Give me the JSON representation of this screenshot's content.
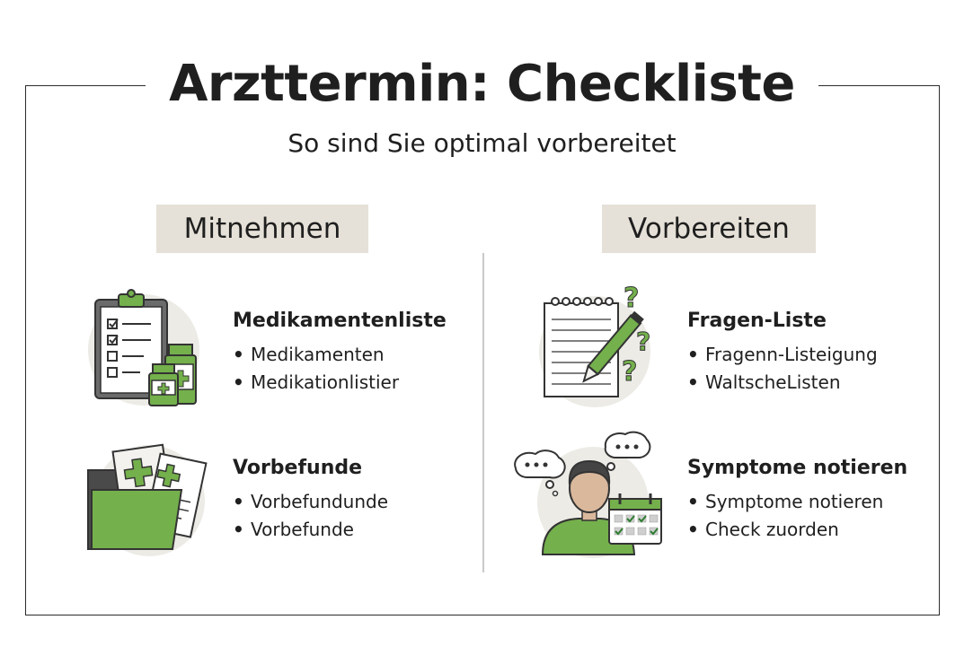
{
  "title": "Arzttermin: Checkliste",
  "subtitle": "So sind Sie optimal vorbereitet",
  "colors": {
    "accent_green": "#74b04c",
    "label_bg": "#e6e1d8",
    "icon_bg": "#ecebe6",
    "ink": "#333333"
  },
  "sections": [
    {
      "heading": "Mitnehmen",
      "items": [
        {
          "icon": "clipboard-medicine-icon",
          "title": "Medikamentenliste",
          "bullets": [
            "Medikamenten",
            "Medikationlistier"
          ]
        },
        {
          "icon": "folder-documents-icon",
          "title": "Vorbefunde",
          "bullets": [
            "Vorbefundunde",
            "Vorbefunde"
          ]
        }
      ]
    },
    {
      "heading": "Vorbereiten",
      "items": [
        {
          "icon": "notepad-questions-icon",
          "title": "Fragen-Liste",
          "bullets": [
            "Fragenn-Listeigung",
            "WaltscheListen"
          ]
        },
        {
          "icon": "person-calendar-icon",
          "title": "Symptome notieren",
          "bullets": [
            "Symptome notieren",
            "Check zuorden"
          ]
        }
      ]
    }
  ]
}
